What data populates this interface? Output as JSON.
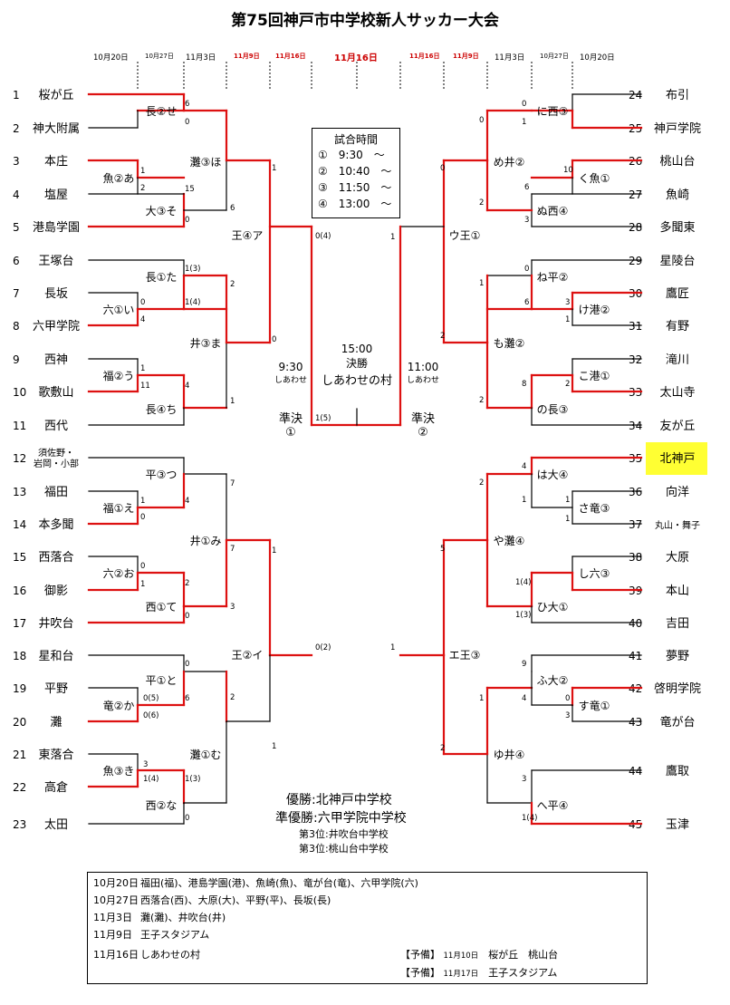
{
  "title": "第75回神戸市中学校新人サッカー大会",
  "date_headers": {
    "left": [
      "10月20日",
      "10月27日",
      "11月3日",
      "11月9日",
      "11月16日"
    ],
    "center": "11月16日",
    "right": [
      "11月16日",
      "11月9日",
      "11月3日",
      "10月27日",
      "10月20日"
    ],
    "accent_color": "#cc0000"
  },
  "teams_left": [
    {
      "num": "1",
      "name": "桜が丘"
    },
    {
      "num": "2",
      "name": "神大附属"
    },
    {
      "num": "3",
      "name": "本庄"
    },
    {
      "num": "4",
      "name": "塩屋"
    },
    {
      "num": "5",
      "name": "港島学園"
    },
    {
      "num": "6",
      "name": "王塚台"
    },
    {
      "num": "7",
      "name": "長坂"
    },
    {
      "num": "8",
      "name": "六甲学院"
    },
    {
      "num": "9",
      "name": "西神"
    },
    {
      "num": "10",
      "name": "歌敷山"
    },
    {
      "num": "11",
      "name": "西代"
    },
    {
      "num": "12",
      "name": "須佐野・",
      "name2": "岩岡・小部"
    },
    {
      "num": "13",
      "name": "福田"
    },
    {
      "num": "14",
      "name": "本多聞"
    },
    {
      "num": "15",
      "name": "西落合"
    },
    {
      "num": "16",
      "name": "御影"
    },
    {
      "num": "17",
      "name": "井吹台"
    },
    {
      "num": "18",
      "name": "星和台"
    },
    {
      "num": "19",
      "name": "平野"
    },
    {
      "num": "20",
      "name": "灘"
    },
    {
      "num": "21",
      "name": "東落合"
    },
    {
      "num": "22",
      "name": "高倉"
    },
    {
      "num": "23",
      "name": "太田"
    }
  ],
  "teams_right": [
    {
      "num": "24",
      "name": "布引"
    },
    {
      "num": "25",
      "name": "神戸学院"
    },
    {
      "num": "26",
      "name": "桃山台"
    },
    {
      "num": "27",
      "name": "魚崎"
    },
    {
      "num": "28",
      "name": "多聞東"
    },
    {
      "num": "29",
      "name": "星陵台"
    },
    {
      "num": "30",
      "name": "鷹匠"
    },
    {
      "num": "31",
      "name": "有野"
    },
    {
      "num": "32",
      "name": "滝川"
    },
    {
      "num": "33",
      "name": "太山寺"
    },
    {
      "num": "34",
      "name": "友が丘"
    },
    {
      "num": "35",
      "name": "北神戸"
    },
    {
      "num": "36",
      "name": "向洋"
    },
    {
      "num": "37",
      "name": "丸山・舞子"
    },
    {
      "num": "38",
      "name": "大原"
    },
    {
      "num": "39",
      "name": "本山"
    },
    {
      "num": "40",
      "name": "吉田"
    },
    {
      "num": "41",
      "name": "夢野"
    },
    {
      "num": "42",
      "name": "啓明学院"
    },
    {
      "num": "43",
      "name": "竜が台"
    },
    {
      "num": "44",
      "name": "鷹取"
    },
    {
      "num": "45",
      "name": "玉津"
    }
  ],
  "match_labels": [
    "長②せ",
    "魚②あ",
    "大③そ",
    "灘③ほ",
    "長①た",
    "六①い",
    "井③ま",
    "福②う",
    "長④ち",
    "王④ア",
    "平③つ",
    "福①え",
    "井①み",
    "六②お",
    "西①て",
    "平①と",
    "竜②か",
    "灘①む",
    "魚③き",
    "西②な",
    "王②イ",
    "に西③",
    "め井②",
    "く魚①",
    "ぬ西④",
    "ウ王①",
    "ね平②",
    "け港②",
    "も灘②",
    "こ港①",
    "の長③",
    "は大④",
    "さ竜③",
    "や灘④",
    "し六③",
    "ひ大①",
    "エ王③",
    "ふ大②",
    "す竜①",
    "ゆ井④",
    "へ平④"
  ],
  "scores": [
    "6",
    "0",
    "1",
    "2",
    "0",
    "15",
    "6",
    "1",
    "1(3)",
    "1(4)",
    "0",
    "4",
    "2",
    "0",
    "1",
    "11",
    "4",
    "1",
    "0(4)",
    "1",
    "0",
    "4",
    "7",
    "1",
    "0",
    "1",
    "2",
    "0",
    "3",
    "7",
    "0(5)",
    "0(6)",
    "6",
    "2",
    "0",
    "3",
    "1(4)",
    "1(3)",
    "0",
    "1",
    "0(2)",
    "0",
    "1",
    "0",
    "6",
    "3",
    "10",
    "2",
    "0",
    "1",
    "0",
    "6",
    "3",
    "1",
    "1",
    "8",
    "2",
    "2",
    "2",
    "4",
    "1",
    "1",
    "1",
    "2",
    "1(4)",
    "1(3)",
    "5",
    "1",
    "9",
    "4",
    "0",
    "3",
    "1",
    "2",
    "3",
    "1(4)",
    "1(5)"
  ],
  "match_times": {
    "heading": "試合時間",
    "rows": [
      {
        "mark": "①",
        "time": "9:30　～"
      },
      {
        "mark": "②",
        "time": "10:40　～"
      },
      {
        "mark": "③",
        "time": "11:50　～"
      },
      {
        "mark": "④",
        "time": "13:00　～"
      }
    ]
  },
  "final": {
    "time": "15:00",
    "label": "決勝",
    "venue": "しあわせの村"
  },
  "semifinal_left": {
    "time": "9:30",
    "venue": "しあわせ",
    "label": "準決",
    "mark": "①"
  },
  "semifinal_right": {
    "time": "11:00",
    "venue": "しあわせ",
    "label": "準決",
    "mark": "②"
  },
  "results": {
    "winner": "優勝:北神戸中学校",
    "runner_up": "準優勝:六甲学院中学校",
    "third_1": "第3位:井吹台中学校",
    "third_2": "第3位:桃山台中学校"
  },
  "legend": [
    {
      "date": "10月20日",
      "text": "福田(福)、港島学園(港)、魚崎(魚)、竜が台(竜)、六甲学院(六)"
    },
    {
      "date": "10月27日",
      "text": "西落合(西)、大原(大)、平野(平)、長坂(長)"
    },
    {
      "date": "11月3日",
      "text": "灘(灘)、井吹台(井)"
    },
    {
      "date": "11月9日",
      "text": "王子スタジアム"
    },
    {
      "date": "11月16日",
      "text": "しあわせの村"
    }
  ],
  "reserve": [
    {
      "label": "【予備】",
      "date": "11月10日",
      "text": "桜が丘　桃山台"
    },
    {
      "label": "【予備】",
      "date": "11月17日",
      "text": "王子スタジアム"
    }
  ],
  "colors": {
    "win_line": "#dd1111",
    "line": "#000000",
    "champion_highlight": "#ffff33"
  }
}
